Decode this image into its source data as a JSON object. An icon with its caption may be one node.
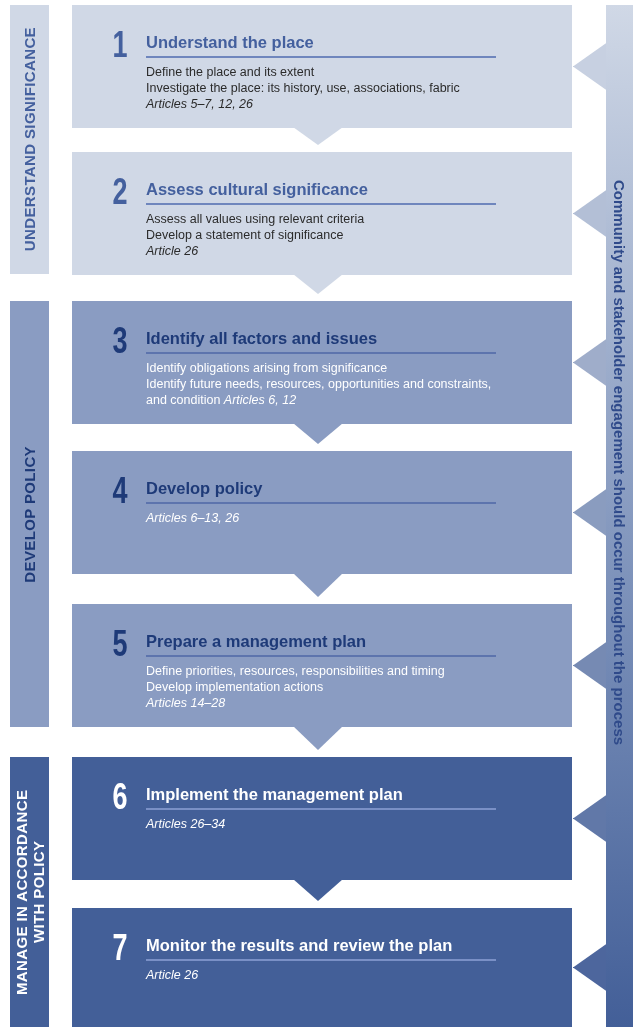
{
  "diagram": {
    "nodes": [
      {
        "text": [
          "UNDERSTAND SIGNIFICANCE"
        ]
      },
      {
        "text": [
          "1",
          "Understand the place",
          "Define the place and its extent",
          "Investigate the place: its history, use, associations, fabric",
          "Articles 5–7, 12, 26"
        ]
      },
      {
        "text": [
          "2",
          "Assess cultural significance",
          "Assess all values using relevant criteria",
          "Develop a statement of significance",
          "Article 26"
        ]
      },
      {
        "text": [
          "DEVELOP POLICY"
        ]
      },
      {
        "text": [
          "3",
          "Identify all factors and issues",
          "Identify obligations arising from significance",
          "Identify future needs, resources, opportunities and constraints, and condition *Articles 6, 12*"
        ]
      },
      {
        "text": [
          "4",
          "Develop policy",
          "Articles 6–13, 26"
        ]
      },
      {
        "text": [
          "5",
          "Prepare a management plan",
          "Define priorities, resources, responsibilities and timing",
          "Develop implementation actions",
          "Articles 14–28"
        ]
      },
      {
        "text": [
          "MANAGE IN ACCORDANCE WITH POLICY"
        ]
      },
      {
        "text": [
          "6",
          "Implement the management plan",
          "Articles 26–34"
        ]
      },
      {
        "text": [
          "7",
          "Monitor the results and review the plan",
          "Article 26"
        ]
      },
      {
        "text": [
          "Community and stakeholder engagement should occur throughout the process"
        ]
      }
    ],
    "edges": [
      {
        "from": 1,
        "to": 2,
        "arrow": "to"
      },
      {
        "from": 2,
        "to": 4,
        "arrow": "to"
      },
      {
        "from": 4,
        "to": 5,
        "arrow": "to"
      },
      {
        "from": 5,
        "to": 6,
        "arrow": "to"
      },
      {
        "from": 6,
        "to": 8,
        "arrow": "to"
      },
      {
        "from": 8,
        "to": 9,
        "arrow": "to"
      },
      {
        "from": 10,
        "to": 1,
        "arrow": "to",
        "color": "#c7d0e1"
      },
      {
        "from": 10,
        "to": 2,
        "arrow": "to",
        "color": "#b3bfd6"
      },
      {
        "from": 10,
        "to": 4,
        "arrow": "to",
        "color": "#9fadca"
      },
      {
        "from": 10,
        "to": 5,
        "arrow": "to",
        "color": "#8a9cbf"
      },
      {
        "from": 10,
        "to": 6,
        "arrow": "to",
        "color": "#768ab3"
      },
      {
        "from": 10,
        "to": 8,
        "arrow": "to",
        "color": "#6178a8"
      },
      {
        "from": 10,
        "to": 9,
        "arrow": "to",
        "color": "#4d669d"
      }
    ]
  }
}
